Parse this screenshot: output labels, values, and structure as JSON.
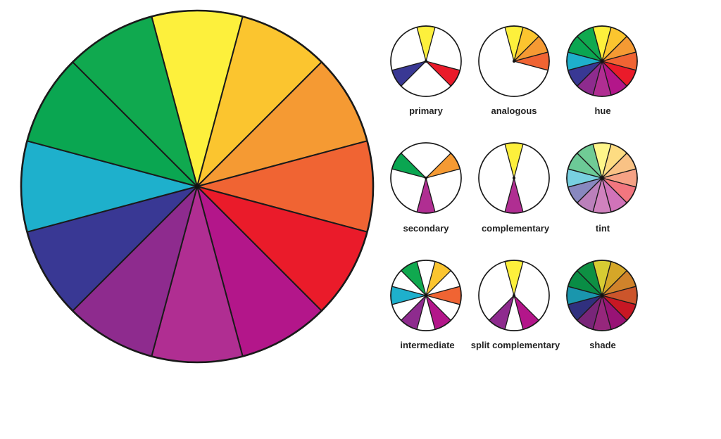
{
  "palette": {
    "yellow": "#fdf03c",
    "yellow_orange": "#fbc52f",
    "orange": "#f59a33",
    "red_orange": "#f06433",
    "red": "#ea1b2a",
    "red_violet": "#b3168a",
    "magenta": "#b02e92",
    "violet": "#8e2b8e",
    "blue_violet": "#393894",
    "blue": "#1eb0cc",
    "green_blue": "#0aa651",
    "green": "#10a94f"
  },
  "main_wheel": {
    "order": [
      "yellow",
      "yellow_orange",
      "orange",
      "red_orange",
      "red",
      "red_violet",
      "magenta",
      "violet",
      "blue_violet",
      "blue",
      "green_blue",
      "green"
    ]
  },
  "schemes": [
    {
      "label": "primary",
      "filled": [
        0,
        4,
        8
      ],
      "mode": "normal"
    },
    {
      "label": "analogous",
      "filled": [
        0,
        1,
        2,
        3
      ],
      "mode": "normal"
    },
    {
      "label": "hue",
      "filled": [
        0,
        1,
        2,
        3,
        4,
        5,
        6,
        7,
        8,
        9,
        10,
        11
      ],
      "mode": "normal"
    },
    {
      "label": "secondary",
      "filled": [
        2,
        6,
        10
      ],
      "mode": "normal"
    },
    {
      "label": "complementary",
      "filled": [
        0,
        6
      ],
      "mode": "normal"
    },
    {
      "label": "tint",
      "filled": [
        0,
        1,
        2,
        3,
        4,
        5,
        6,
        7,
        8,
        9,
        10,
        11
      ],
      "mode": "tint"
    },
    {
      "label": "intermediate",
      "filled": [
        1,
        3,
        5,
        7,
        9,
        11
      ],
      "mode": "normal"
    },
    {
      "label": "split complementary",
      "filled": [
        0,
        5,
        7
      ],
      "mode": "normal"
    },
    {
      "label": "shade",
      "filled": [
        0,
        1,
        2,
        3,
        4,
        5,
        6,
        7,
        8,
        9,
        10,
        11
      ],
      "mode": "shade"
    }
  ]
}
